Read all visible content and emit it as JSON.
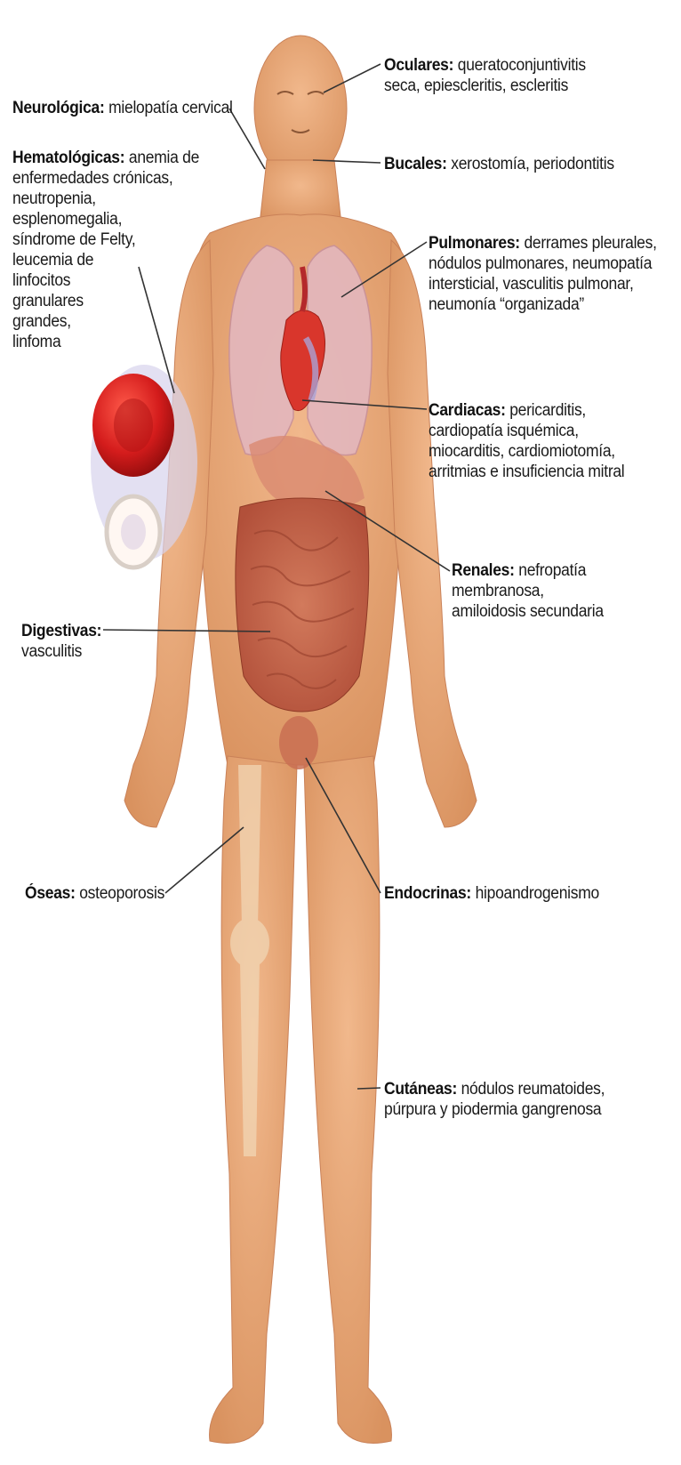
{
  "labels": {
    "neuro": {
      "title": "Neurológica:",
      "text": "mielopatía cervical"
    },
    "hema": {
      "title": "Hematológicas:",
      "text": "anemia de\nenfermedades crónicas,\nneutropenia, esplenomegalia,\nsíndrome de Felty,\nleucemia de\nlinfocitos\ngranulares\ngrandes,\nlinfoma"
    },
    "dig": {
      "title": "Digestivas:",
      "text": "vasculitis"
    },
    "oseas": {
      "title": "Óseas:",
      "text": "osteoporosis"
    },
    "ocul": {
      "title": "Oculares:",
      "text": "queratoconjuntivitis\nseca, epiescleritis, escleritis"
    },
    "buc": {
      "title": "Bucales:",
      "text": "xerostomía, periodontitis"
    },
    "pulm": {
      "title": "Pulmonares:",
      "text": "derrames pleurales,\nnódulos pulmonares, neumopatía\nintersticial, vasculitis pulmonar,\nneumonía “organizada”"
    },
    "card": {
      "title": "Cardiacas:",
      "text": "pericarditis,\ncardiopatía isquémica,\nmiocarditis, cardiomiotomía,\narritmias e insuficiencia mitral"
    },
    "renal": {
      "title": "Renales:",
      "text": "nefropatía\nmembranosa,\namiloidosis secundaria"
    },
    "endo": {
      "title": "Endocrinas:",
      "text": "hipoandrogenismo"
    },
    "cut": {
      "title": "Cutáneas:",
      "text": "nódulos reumatoides,\npúrpura y piodermia gangrenosa"
    }
  },
  "colors": {
    "skin": "#e8a97c",
    "skin_shade": "#d28a5c",
    "lung": "#e3b7be",
    "heart": "#d9362c",
    "intestine": "#c7654a",
    "rbc": "#d41c1c",
    "leader": "#333333"
  }
}
